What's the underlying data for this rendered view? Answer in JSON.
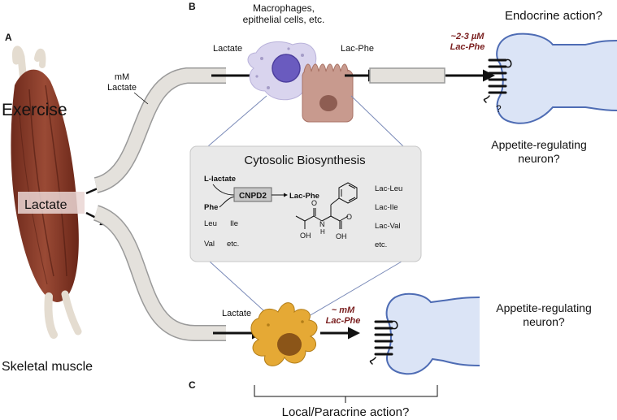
{
  "panels": {
    "a": "A",
    "b": "B",
    "c": "C"
  },
  "muscle": {
    "exercise": "Exercise",
    "lactate": "Lactate",
    "caption": "Skeletal muscle"
  },
  "vessel_upper": {
    "concentration": "mM",
    "lactate": "Lactate"
  },
  "top_cells": {
    "title_line1": "Macrophages,",
    "title_line2": "epithelial cells, etc.",
    "input_label": "Lactate",
    "output_label": "Lac-Phe"
  },
  "endocrine": {
    "title": "Endocrine action?",
    "conc_line1": "~2-3 µM",
    "conc_line2": "Lac-Phe",
    "question": "?",
    "neuron_line1": "Appetite-regulating",
    "neuron_line2": "neuron?"
  },
  "biosynthesis": {
    "title": "Cytosolic Biosynthesis",
    "substrate1": "L-lactate",
    "substrate2": "Phe",
    "enzyme": "CNPD2",
    "product": "Lac-Phe",
    "left_col": [
      [
        "Leu",
        "Ile"
      ],
      [
        "Val",
        "etc."
      ]
    ],
    "right_col": [
      "Lac-Leu",
      "Lac-Ile",
      "Lac-Val",
      "etc."
    ],
    "structure_labels": {
      "oh1": "OH",
      "n": "N",
      "h": "H",
      "o1": "O",
      "o2": "O",
      "oh2": "OH"
    }
  },
  "bottom": {
    "input_label": "Lactate",
    "conc_line1": "~ mM",
    "conc_line2": "Lac-Phe",
    "neuron_line1": "Appetite-regulating",
    "neuron_line2": "neuron?",
    "caption": "Local/Paracrine action?"
  }
}
